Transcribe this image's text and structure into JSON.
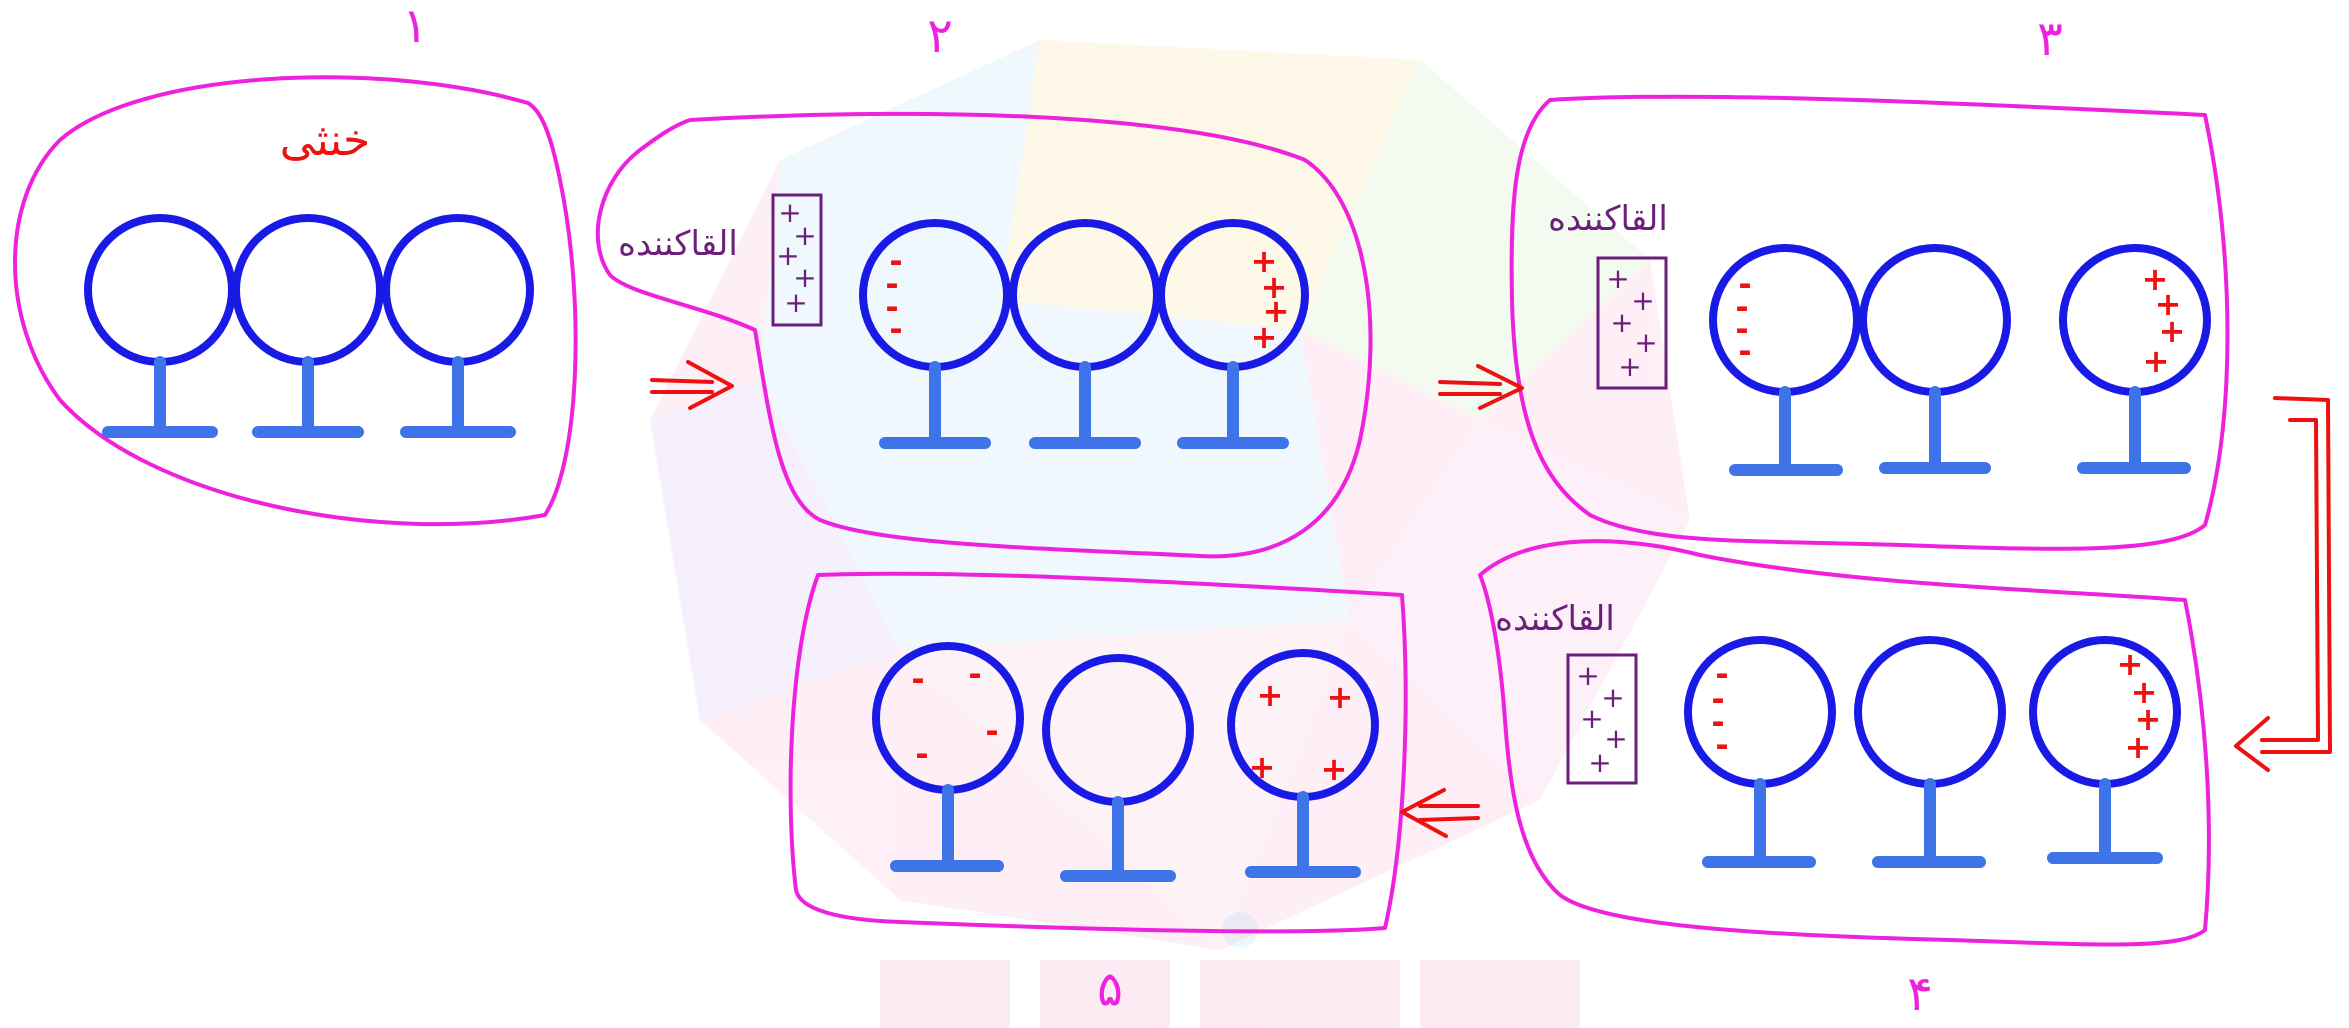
{
  "panels": [
    {
      "number": "۱",
      "label": "خنثی",
      "rod": null,
      "spheres": [
        {
          "charge": "neutral"
        },
        {
          "charge": "neutral"
        },
        {
          "charge": "neutral"
        }
      ]
    },
    {
      "number": "۲",
      "label": "",
      "rod": {
        "text": "القاکننده",
        "charge": "+"
      },
      "spheres": [
        {
          "charge": "-"
        },
        {
          "charge": "neutral"
        },
        {
          "charge": "+"
        }
      ]
    },
    {
      "number": "۳",
      "label": "",
      "rod": {
        "text": "القاکننده",
        "charge": "+"
      },
      "spheres": [
        {
          "charge": "-"
        },
        {
          "charge": "neutral"
        },
        {
          "charge": "+"
        }
      ]
    },
    {
      "number": "۴",
      "label": "",
      "rod": {
        "text": "القاکننده",
        "charge": "+"
      },
      "spheres": [
        {
          "charge": "-"
        },
        {
          "charge": "neutral"
        },
        {
          "charge": "+"
        }
      ]
    },
    {
      "number": "۵",
      "label": "",
      "rod": null,
      "spheres": [
        {
          "charge": "-"
        },
        {
          "charge": "neutral"
        },
        {
          "charge": "+"
        }
      ]
    }
  ],
  "colors": {
    "panel_outline": "#ee22dd",
    "sphere": "#1a1ae6",
    "stand": "#3f73e8",
    "charge": "#ee1111",
    "rod": "#6b1f7a",
    "arrow": "#ee1111"
  }
}
